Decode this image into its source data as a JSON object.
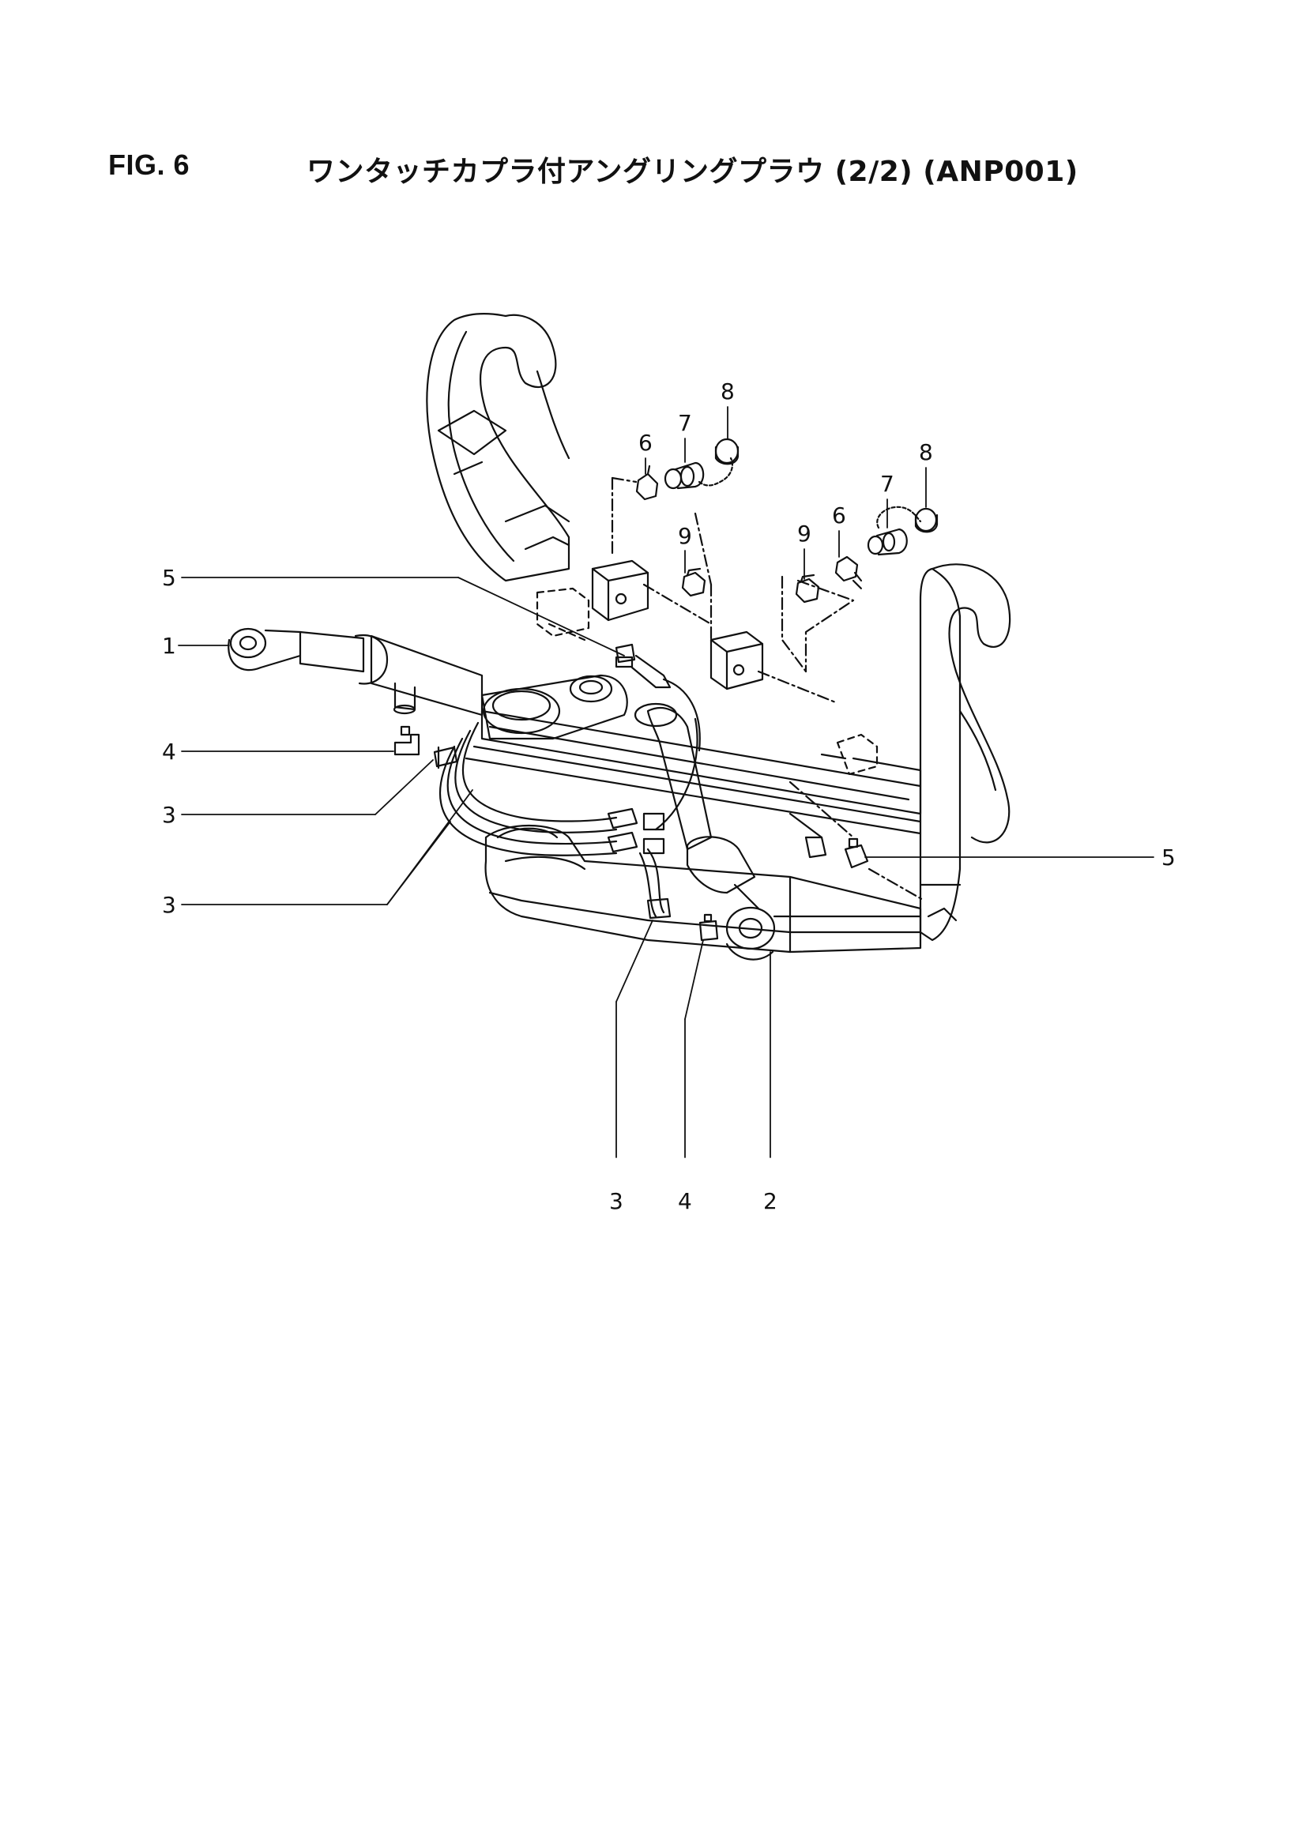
{
  "header": {
    "fig_number": "FIG. 6",
    "title": "ワンタッチカプラ付アングリングプラウ (2/2) (ANP001)"
  },
  "callouts": {
    "c1": "1",
    "c2": "2",
    "c3a": "3",
    "c3b": "3",
    "c3c": "3",
    "c4a": "4",
    "c4b": "4",
    "c5a": "5",
    "c5b": "5",
    "c6a": "6",
    "c6b": "6",
    "c7a": "7",
    "c7b": "7",
    "c8a": "8",
    "c8b": "8",
    "c9a": "9",
    "c9b": "9"
  }
}
